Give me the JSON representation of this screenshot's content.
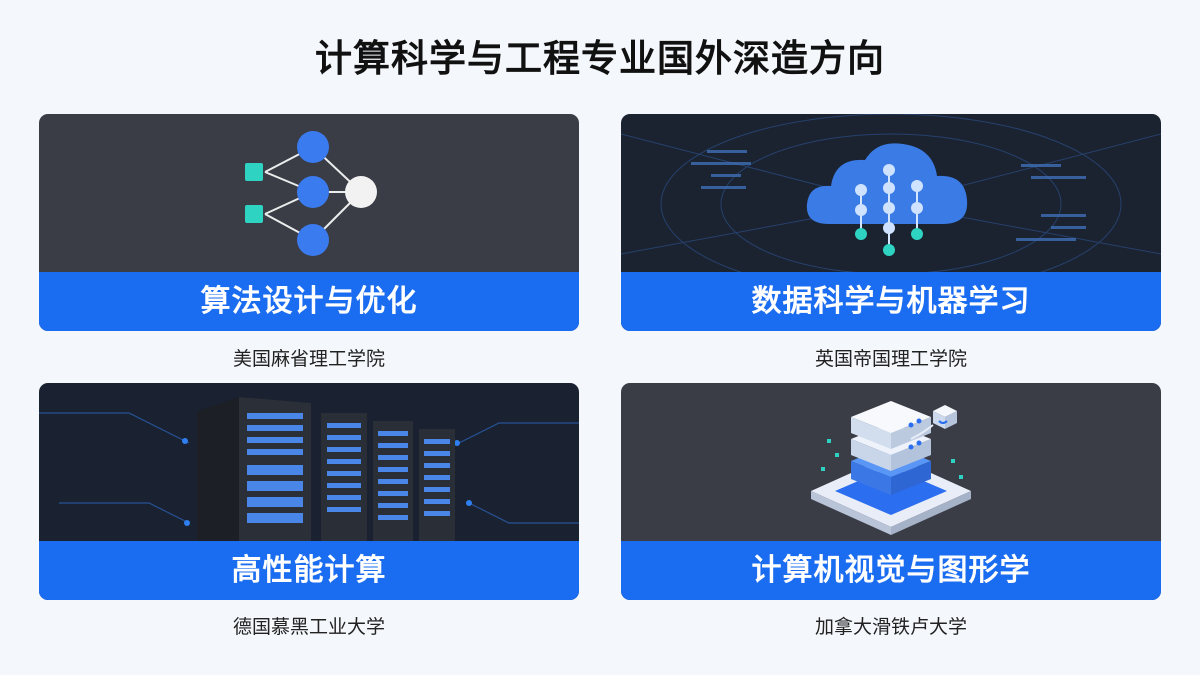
{
  "page": {
    "title": "计算科学与工程专业国外深造方向"
  },
  "cards": [
    {
      "label": "算法设计与优化",
      "university": "美国麻省理工学院",
      "icon": "algorithm-graph-icon"
    },
    {
      "label": "数据科学与机器学习",
      "university": "英国帝国理工学院",
      "icon": "cloud-data-icon"
    },
    {
      "label": "高性能计算",
      "university": "德国慕黑工业大学",
      "icon": "server-rack-icon"
    },
    {
      "label": "计算机视觉与图形学",
      "university": "加拿大滑铁卢大学",
      "icon": "isometric-server-icon"
    }
  ],
  "colors": {
    "band": "#1a6cf0",
    "card_dark": "#3a3d45",
    "accent_teal": "#2fd3c1",
    "node_blue": "#3b7bf0"
  }
}
